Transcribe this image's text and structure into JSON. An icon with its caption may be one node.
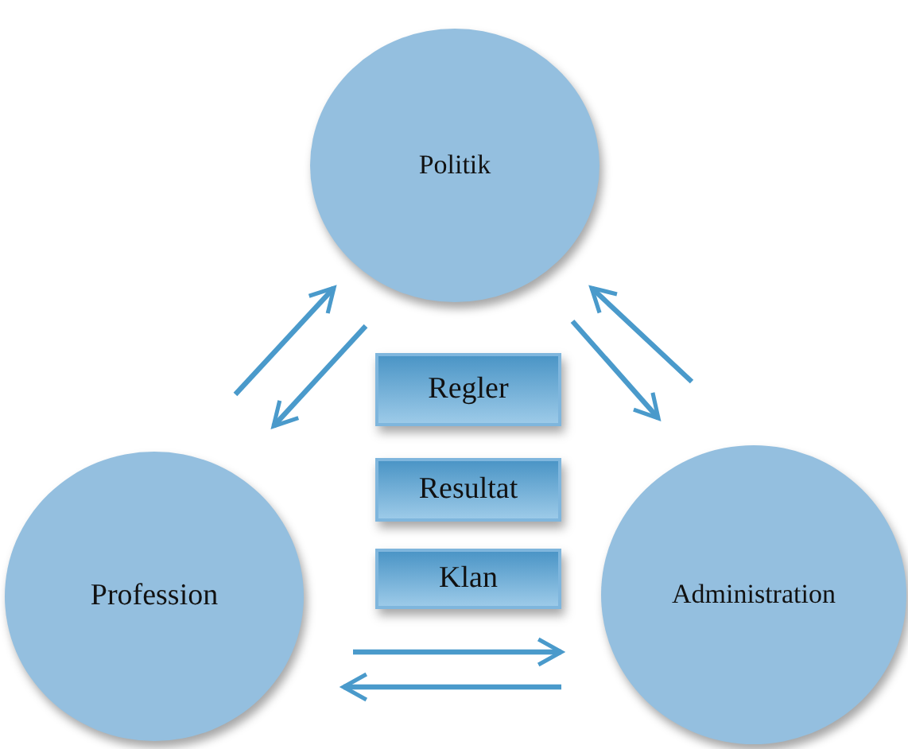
{
  "diagram": {
    "nodes": [
      {
        "text": [
          "Politik"
        ]
      },
      {
        "text": [
          "Profession"
        ]
      },
      {
        "text": [
          "Administration"
        ]
      },
      {
        "text": [
          "Regler"
        ]
      },
      {
        "text": [
          "Resultat"
        ]
      },
      {
        "text": [
          "Klan"
        ]
      }
    ],
    "edges": [
      {
        "from": 1,
        "to": 0,
        "arrow": "to"
      },
      {
        "from": 0,
        "to": 1,
        "arrow": "to"
      },
      {
        "from": 0,
        "to": 2,
        "arrow": "to"
      },
      {
        "from": 2,
        "to": 0,
        "arrow": "to"
      },
      {
        "from": 1,
        "to": 2,
        "arrow": "to"
      },
      {
        "from": 2,
        "to": 1,
        "arrow": "to"
      }
    ]
  }
}
